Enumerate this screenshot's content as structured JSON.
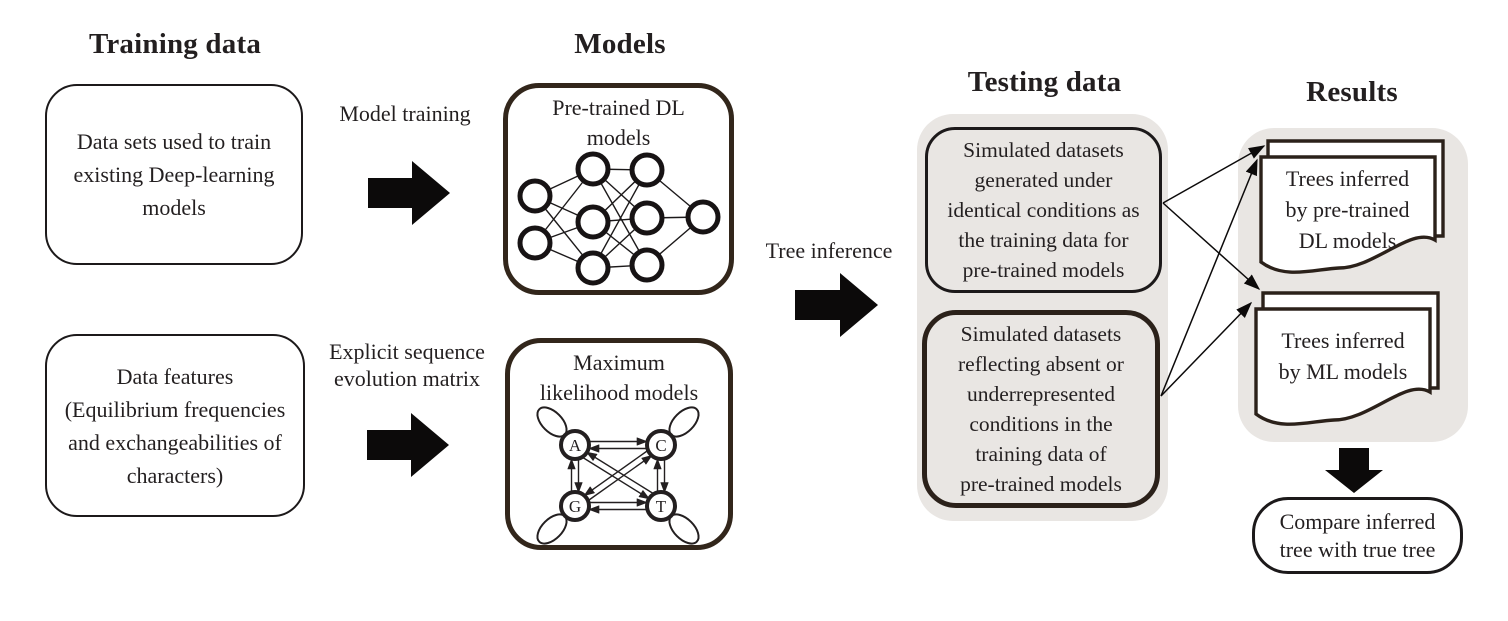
{
  "headers": {
    "training": "Training data",
    "models": "Models",
    "testing": "Testing data",
    "results": "Results"
  },
  "labels": {
    "model_training": "Model training",
    "explicit_matrix": "Explicit sequence\nevolution matrix",
    "tree_inference": "Tree inference"
  },
  "boxes": {
    "training_datasets": "Data sets used to train\nexisting Deep-learning\nmodels",
    "data_features": "Data features\n(Equilibrium frequencies\nand exchangeabilities of\ncharacters)",
    "pretrained_dl": "Pre-trained DL\nmodels",
    "ml_models": "Maximum\nlikelihood models",
    "testing_identical": "Simulated datasets\ngenerated under\nidentical conditions as\nthe training data for\npre-trained models",
    "testing_absent": "Simulated datasets\nreflecting absent or\nunderrepresented\nconditions in the\ntraining data of\npre-trained models",
    "doc_dl": "Trees inferred\nby pre-trained\nDL models",
    "doc_ml": "Trees inferred\nby ML models",
    "compare": "Compare inferred\ntree with true tree"
  },
  "acgt_states": [
    "A",
    "C",
    "G",
    "T"
  ],
  "colors": {
    "ink": "#231f20",
    "dark_border": "#32261b",
    "panel_gray": "#e9e6e3"
  }
}
